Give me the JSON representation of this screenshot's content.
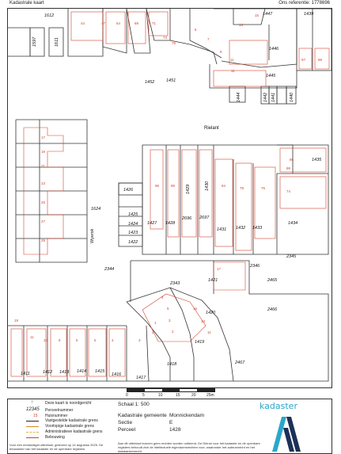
{
  "header": {
    "left_title": "Kadastrale kaart",
    "right_title": "Ons referentie: 1778696"
  },
  "map": {
    "street_label": "Rielant",
    "road_label": "Wyersk",
    "parcel_numbers": [
      "1612",
      "1597",
      "1611",
      "1452",
      "1451",
      "1447",
      "1439",
      "1446",
      "1445",
      "1444",
      "1442",
      "1441",
      "1440",
      "1435",
      "1426",
      "1429",
      "1430",
      "1624",
      "1425",
      "1424",
      "1423",
      "1422",
      "1427",
      "1428",
      "2696",
      "2697",
      "1431",
      "1432",
      "1433",
      "1434",
      "2345",
      "2346",
      "2344",
      "2343",
      "1421",
      "2465",
      "2466",
      "1420",
      "1419",
      "1418",
      "2467",
      "1411",
      "1412",
      "1413",
      "1414",
      "1415",
      "1416",
      "1417"
    ],
    "house_numbers": [
      "44",
      "47",
      "64",
      "69",
      "71",
      "73",
      "75",
      "5",
      "7",
      "9",
      "11",
      "11",
      "13",
      "15",
      "86",
      "88",
      "84",
      "78",
      "76",
      "74",
      "17",
      "19",
      "21",
      "23",
      "25",
      "27",
      "29",
      "86",
      "97",
      "89",
      "88",
      "4",
      "5",
      "3",
      "2",
      "11",
      "10",
      "8",
      "6",
      "5",
      "4",
      "3",
      "2",
      "1",
      "19",
      "17",
      "15",
      "13",
      "11"
    ],
    "colors": {
      "boundary": "#333333",
      "house_number": "#d2412c",
      "frame": "#333333"
    }
  },
  "scale": {
    "ticks": [
      "0",
      "5",
      "10",
      "15",
      "20",
      "25m"
    ]
  },
  "legend": {
    "items": [
      {
        "symbol": "↑",
        "label": "Deze kaart is noordgericht",
        "color": "#222222"
      },
      {
        "symbol": "12345",
        "label": "Perceelnummer",
        "color": "#222222"
      },
      {
        "symbol": "15",
        "label": "Huisnummer",
        "color": "#d2412c"
      },
      {
        "symbol": "",
        "label": "Vastgestelde kadastrale grens",
        "color": "#222222"
      },
      {
        "symbol": "",
        "label": "Voorlopige kadastrale grens",
        "color": "#d98a2a"
      },
      {
        "symbol": "",
        "label": "Administratieve kadastrale grens",
        "color": "#e0b84a"
      },
      {
        "symbol": "",
        "label": "Bebouwing",
        "color": "#d2412c"
      }
    ],
    "footnote": "Voor een eenduidiget uittreksel, geleverd op 14 augustus 2025. De bewaarder van het kadaster en de openbare registers"
  },
  "meta": {
    "scale_label": "Schaal 1: 500",
    "gemeente_label": "Kadastrale gemeente",
    "gemeente_value": "Monnickendam",
    "sectie_label": "Sectie",
    "sectie_value": "E",
    "perceel_label": "Perceel",
    "perceel_value": "1428",
    "footnote": "Aan dit uittreksel kunnen geen rechten worden ontleend. De Dienst voor het kadaster en de openbare registers behoudt zich de intellectuele eigendomsrechten voor, waaronder het auteursrecht en het databankenrecht."
  },
  "brand": {
    "name": "kadaster",
    "colors": {
      "teal": "#2aa7c9",
      "navy": "#1c3157"
    }
  }
}
